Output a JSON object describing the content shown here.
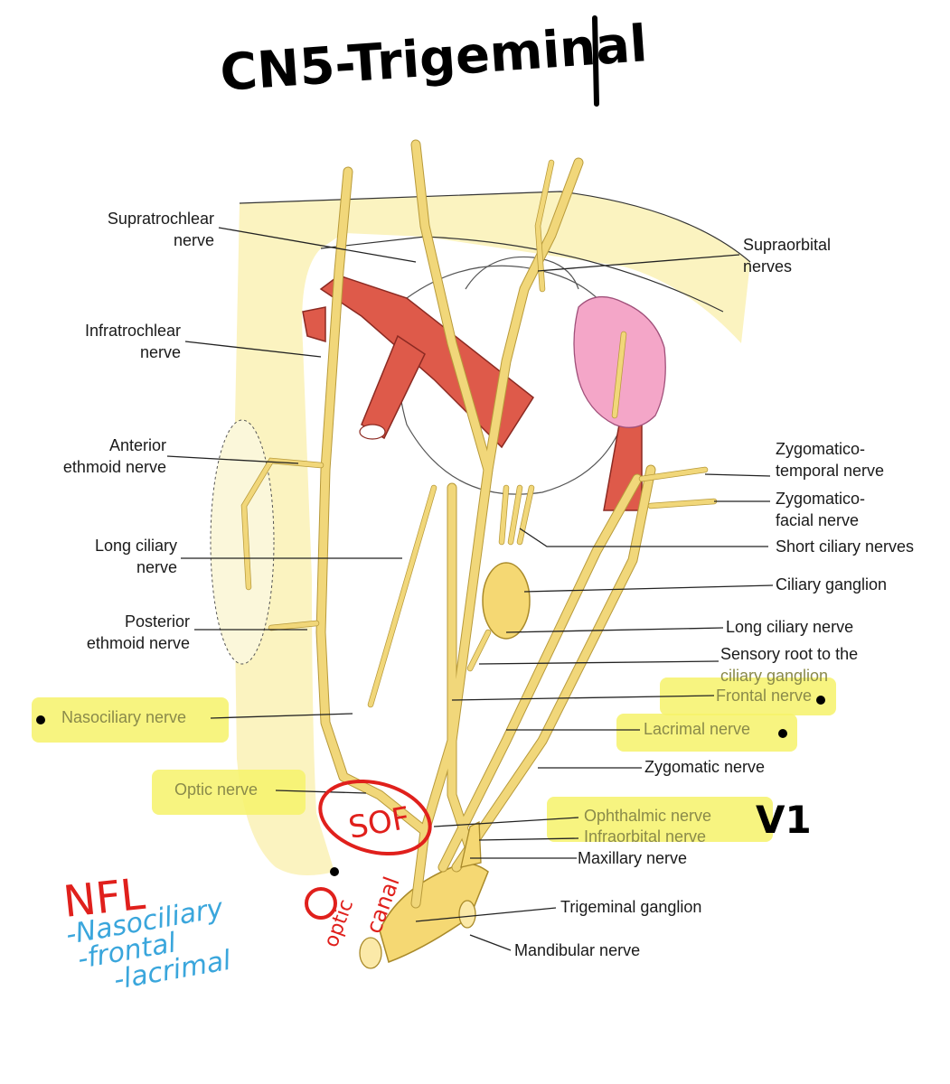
{
  "title": "CN5-Trigeminal",
  "labels": {
    "supratrochlear": [
      "Supratrochlear",
      "nerve"
    ],
    "infratrochlear": [
      "Infratrochlear",
      "nerve"
    ],
    "anterior_ethmoid": [
      "Anterior",
      "ethmoid nerve"
    ],
    "long_ciliary_left": [
      "Long ciliary",
      "nerve"
    ],
    "posterior_ethmoid": [
      "Posterior",
      "ethmoid nerve"
    ],
    "nasociliary": "Nasociliary nerve",
    "optic": "Optic nerve",
    "supraorbital": [
      "Supraorbital",
      "nerves"
    ],
    "zygomaticotemporal": [
      "Zygomatico-",
      "temporal nerve"
    ],
    "zygomaticofacial": [
      "Zygomatico-",
      "facial nerve"
    ],
    "short_ciliary": "Short ciliary nerves",
    "ciliary_ganglion": "Ciliary ganglion",
    "long_ciliary_right": "Long ciliary nerve",
    "sensory_root": [
      "Sensory root to the",
      "ciliary ganglion"
    ],
    "frontal": "Frontal nerve",
    "lacrimal": "Lacrimal nerve",
    "zygomatic": "Zygomatic nerve",
    "ophthalmic": "Ophthalmic nerve",
    "infraorbital": "Infraorbital nerve",
    "maxillary": "Maxillary nerve",
    "trigeminal_ganglion": "Trigeminal ganglion",
    "mandibular": "Mandibular nerve"
  },
  "annotations": {
    "v1": "V1",
    "sof": "SOF",
    "optic_canal": [
      "optic",
      "canal"
    ],
    "mnemonic_title": "NFL",
    "mnemonic_items": [
      "-Nasociliary",
      "-frontal",
      "-lacrimal"
    ]
  },
  "colors": {
    "highlight": "#f6f26a",
    "nerve": "#f1d77a",
    "muscle": "#de5a4a",
    "gland": "#f4a6c8",
    "bone": "#fbf3c0",
    "annotation_red": "#e0201c",
    "annotation_blue": "#3aa6dc"
  }
}
